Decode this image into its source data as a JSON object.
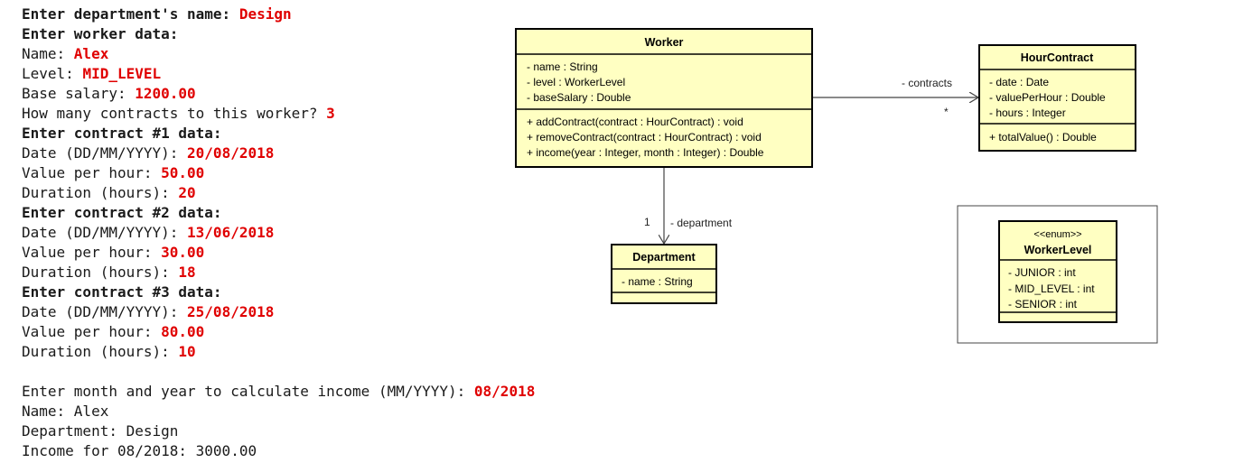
{
  "console": {
    "lines": [
      {
        "parts": [
          {
            "t": "Enter department's name: ",
            "s": "bold"
          },
          {
            "t": "Design",
            "s": "input"
          }
        ]
      },
      {
        "parts": [
          {
            "t": "Enter worker data:",
            "s": "bold"
          }
        ]
      },
      {
        "parts": [
          {
            "t": "Name: ",
            "s": ""
          },
          {
            "t": "Alex",
            "s": "input"
          }
        ]
      },
      {
        "parts": [
          {
            "t": "Level: ",
            "s": ""
          },
          {
            "t": "MID_LEVEL",
            "s": "input"
          }
        ]
      },
      {
        "parts": [
          {
            "t": "Base salary: ",
            "s": ""
          },
          {
            "t": "1200.00",
            "s": "input"
          }
        ]
      },
      {
        "parts": [
          {
            "t": "How many contracts to this worker? ",
            "s": ""
          },
          {
            "t": "3",
            "s": "input"
          }
        ]
      },
      {
        "parts": [
          {
            "t": "Enter contract #1 data:",
            "s": "bold"
          }
        ]
      },
      {
        "parts": [
          {
            "t": "Date (DD/MM/YYYY): ",
            "s": ""
          },
          {
            "t": "20/08/2018",
            "s": "input"
          }
        ]
      },
      {
        "parts": [
          {
            "t": "Value per hour: ",
            "s": ""
          },
          {
            "t": "50.00",
            "s": "input"
          }
        ]
      },
      {
        "parts": [
          {
            "t": "Duration (hours): ",
            "s": ""
          },
          {
            "t": "20",
            "s": "input"
          }
        ]
      },
      {
        "parts": [
          {
            "t": "Enter contract #2 data:",
            "s": "bold"
          }
        ]
      },
      {
        "parts": [
          {
            "t": "Date (DD/MM/YYYY): ",
            "s": ""
          },
          {
            "t": "13/06/2018",
            "s": "input"
          }
        ]
      },
      {
        "parts": [
          {
            "t": "Value per hour: ",
            "s": ""
          },
          {
            "t": "30.00",
            "s": "input"
          }
        ]
      },
      {
        "parts": [
          {
            "t": "Duration (hours): ",
            "s": ""
          },
          {
            "t": "18",
            "s": "input"
          }
        ]
      },
      {
        "parts": [
          {
            "t": "Enter contract #3 data:",
            "s": "bold"
          }
        ]
      },
      {
        "parts": [
          {
            "t": "Date (DD/MM/YYYY): ",
            "s": ""
          },
          {
            "t": "25/08/2018",
            "s": "input"
          }
        ]
      },
      {
        "parts": [
          {
            "t": "Value per hour: ",
            "s": ""
          },
          {
            "t": "80.00",
            "s": "input"
          }
        ]
      },
      {
        "parts": [
          {
            "t": "Duration (hours): ",
            "s": ""
          },
          {
            "t": "10",
            "s": "input"
          }
        ]
      },
      {
        "parts": []
      },
      {
        "parts": [
          {
            "t": "Enter month and year to calculate income (MM/YYYY): ",
            "s": ""
          },
          {
            "t": "08/2018",
            "s": "input"
          }
        ]
      },
      {
        "parts": [
          {
            "t": "Name: Alex",
            "s": ""
          }
        ]
      },
      {
        "parts": [
          {
            "t": "Department: Design",
            "s": ""
          }
        ]
      },
      {
        "parts": [
          {
            "t": "Income for 08/2018: 3000.00",
            "s": ""
          }
        ]
      }
    ]
  },
  "uml": {
    "worker": {
      "name": "Worker",
      "attributes": [
        "- name : String",
        "- level : WorkerLevel",
        "- baseSalary : Double"
      ],
      "methods": [
        "+ addContract(contract : HourContract) : void",
        "+ removeContract(contract : HourContract) : void",
        "+ income(year : Integer, month : Integer) : Double"
      ]
    },
    "hourContract": {
      "name": "HourContract",
      "attributes": [
        "- date : Date",
        "- valuePerHour : Double",
        "- hours : Integer"
      ],
      "methods": [
        "+ totalValue() : Double"
      ]
    },
    "department": {
      "name": "Department",
      "attributes": [
        "- name : String"
      ]
    },
    "workerLevel": {
      "stereotype": "<<enum>>",
      "name": "WorkerLevel",
      "attributes": [
        "- JUNIOR : int",
        "- MID_LEVEL : int",
        "- SENIOR : int"
      ]
    },
    "associations": {
      "contracts": {
        "role": "- contracts",
        "multiplicity": "*"
      },
      "department": {
        "role": "- department",
        "multiplicity": "1"
      }
    }
  }
}
